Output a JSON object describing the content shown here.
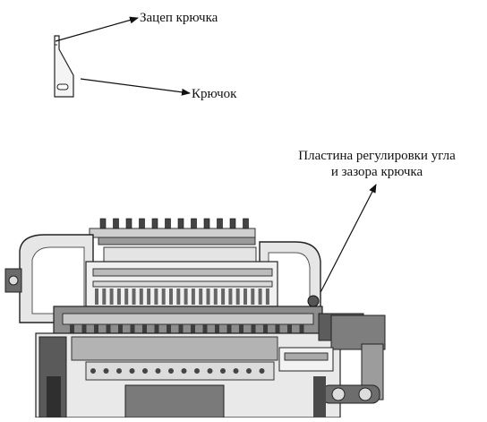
{
  "labels": {
    "hook_notch": "Зацеп крючка",
    "hook": "Крючок",
    "adjust_plate_line1": "Пластина регулировки угла",
    "adjust_plate_line2": "и зазора крючка"
  },
  "colors": {
    "ink": "#111111",
    "machine_dark": "#3a3a3a",
    "machine_mid": "#8a8a8a",
    "machine_light": "#d8d8d8"
  }
}
